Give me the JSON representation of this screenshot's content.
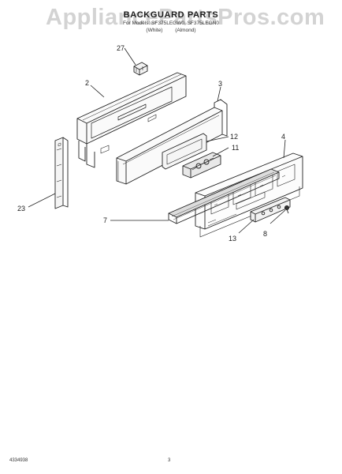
{
  "watermark": "AppliancePartsPros.com",
  "header": {
    "title": "BACKGUARD PARTS",
    "models": "For Models: SF375LEGW0, SF375LEGN0",
    "color_white": "(White)",
    "color_almond": "(Almond)"
  },
  "callouts": {
    "c27": "27",
    "c2": "2",
    "c3": "3",
    "c12": "12",
    "c11": "11",
    "c4": "4",
    "c23": "23",
    "c7": "7",
    "c13": "13",
    "c8": "8"
  },
  "footer": {
    "code": "4334938",
    "page": "3"
  }
}
